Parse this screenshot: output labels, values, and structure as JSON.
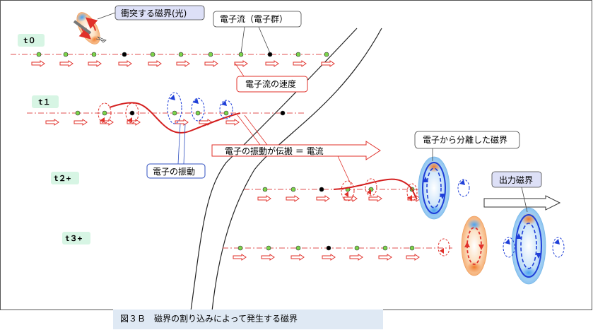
{
  "labels": {
    "t0": "t０",
    "t1": "t１",
    "t2": "t２+",
    "t3": "t３+",
    "colliding_field": "衝突する磁界(光)",
    "electron_flow": "電子流（電子群）",
    "electron_velocity": "電子流の速度",
    "electron_vibration": "電子の振動",
    "vibration_propagation": "電子の振動が伝搬 ＝ 電流",
    "separated_field": "電子から分離した磁界",
    "output_field": "出力磁界",
    "caption": "図３Ｂ　磁界の割り込みによって発生する磁界"
  },
  "colors": {
    "electron_green": "#7bd44a",
    "electron_black": "#000000",
    "arrow_red": "#e0302a",
    "field_blue": "#1f3fd8",
    "label_box_blue": "#dde0f7",
    "t_tag_green": "#d7f5e4",
    "caption_bg": "#dfe9f4"
  }
}
